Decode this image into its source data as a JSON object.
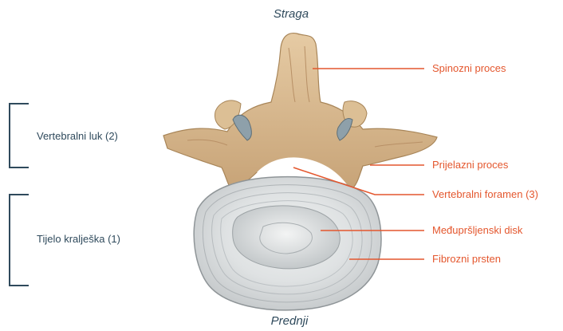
{
  "orientation": {
    "top": "Straga",
    "bottom": "Prednji"
  },
  "groups": [
    {
      "label": "Vertebralni luk (2)"
    },
    {
      "label": "Tijelo kralješka (1)"
    }
  ],
  "callouts": [
    {
      "label": "Spinozni proces"
    },
    {
      "label": "Prijelazni proces"
    },
    {
      "label": "Vertebralni foramen (3)"
    },
    {
      "label": "Međupršljenski disk"
    },
    {
      "label": "Fibrozni prsten"
    }
  ],
  "colors": {
    "callout": "#e4572e",
    "text": "#2f4a5c",
    "bone": "#d9b98d",
    "bone_dark": "#a88558",
    "disc": "#d7dadb",
    "disc_ring": "#9aa0a3"
  }
}
